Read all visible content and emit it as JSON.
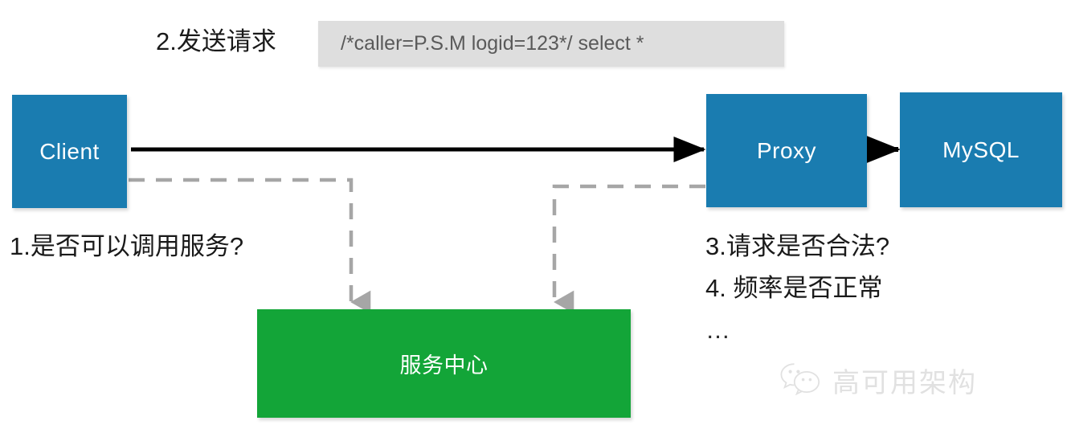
{
  "diagram": {
    "title": "Proxy request flow with service center",
    "background_color": "#ffffff",
    "nodes": [
      {
        "id": "client",
        "label": "Client",
        "color": "#1a7cb0"
      },
      {
        "id": "proxy",
        "label": "Proxy",
        "color": "#1a7cb0"
      },
      {
        "id": "mysql",
        "label": "MySQL",
        "color": "#1a7cb0"
      },
      {
        "id": "service_center",
        "label": "服务中心",
        "color": "#13a538"
      }
    ],
    "sql_chip": {
      "text": "/*caller=P.S.M logid=123*/ select *",
      "background_color": "#dedede",
      "text_color": "#5a5a5a"
    },
    "steps": [
      {
        "number": "1",
        "text": "1.是否可以调用服务?"
      },
      {
        "number": "2",
        "text": "2.发送请求"
      },
      {
        "number": "3",
        "text": "3.请求是否合法?"
      },
      {
        "number": "4",
        "text": "4. 频率是否正常"
      },
      {
        "number": "",
        "text": "…"
      }
    ],
    "edges": [
      {
        "id": "client-to-proxy",
        "from": "client",
        "to": "proxy",
        "style": "solid",
        "color": "#000000"
      },
      {
        "id": "proxy-to-mysql",
        "from": "proxy",
        "to": "mysql",
        "style": "solid",
        "color": "#000000"
      },
      {
        "id": "client-to-service-center",
        "from": "client",
        "to": "service_center",
        "style": "dashed",
        "color": "#a6a6a6"
      },
      {
        "id": "proxy-to-service-center",
        "from": "proxy",
        "to": "service_center",
        "style": "dashed",
        "color": "#a6a6a6"
      }
    ]
  },
  "watermark": {
    "text": "高可用架构",
    "icon": "wechat-logo-icon",
    "color": "#dcdcdc"
  }
}
